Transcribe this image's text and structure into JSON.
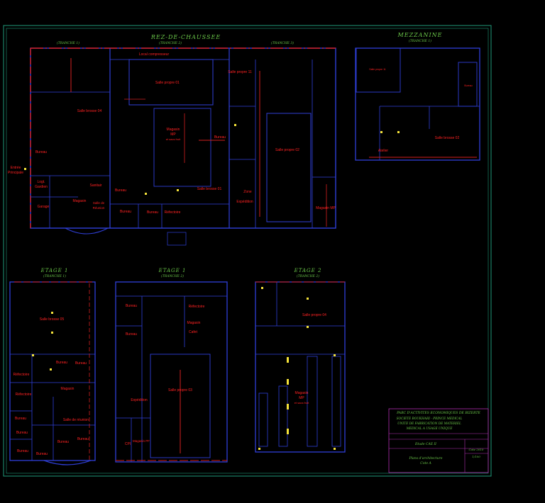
{
  "sections": {
    "rdc": {
      "title": "REZ-DE-CHAUSSEE",
      "tranche1": "(TRANCHE 1)",
      "tranche2": "(TRANCHE 2)",
      "tranche3": "(TRANCHE 3)"
    },
    "mezzanine": {
      "title": "MEZZANINE",
      "tranche": "(TRANCHE 1)"
    },
    "etage1a": {
      "title": "ETAGE 1",
      "tranche": "(TRANCHE 1)"
    },
    "etage1b": {
      "title": "ETAGE 1",
      "tranche": "(TRANCHE 2)"
    },
    "etage2": {
      "title": "ETAGE 2",
      "tranche": "(TRANCHE 2)"
    }
  },
  "rooms": {
    "local_compresseur": "Local compresseur",
    "salle_propre_01": "Salle propre 01",
    "salle_propre_11": "Salle propre 11",
    "salle_propre_02": "Salle propre 02",
    "salle_propre_03": "Salle propre 03",
    "salle_propre_04": "Salle propre 04",
    "salle_brosse_04": "Salle brosse 04",
    "salle_brosse_01": "Salle brosse 01",
    "salle_brosse_02": "Salle brosse 02",
    "salle_brosse_05": "Salle brosse 05",
    "magasin_mp_line1": "Magasin",
    "magasin_mp_line2": "MP",
    "magasin_mp_line3": "et sacs fruit",
    "magasin_mp_b_line1": "Magasin",
    "magasin_mp_b_line2": "MP",
    "magasin_mp_b_line3": "et sacs fruit",
    "bureau": "Bureau",
    "entree_line1": "Entrée",
    "entree_line2": "Principale",
    "logt_line1": "Logt.",
    "logt_line2": "Gardien",
    "garage": "Garage",
    "sanitair": "Sanitair",
    "magasin": "Magasin",
    "salle_reunion_line1": "Salle de",
    "salle_reunion_line2": "Réunion",
    "refectoire": "Réfectoire",
    "zone_expedition_line1": "Zone",
    "zone_expedition_line2": "Expédition",
    "magasin_mp": "Magasin MP",
    "atelier": "Atelier",
    "salle_reunion": "Salle de réunion",
    "cafet": "Cafet",
    "expedition": "Expédition",
    "cpi": "CPI",
    "magasin_pdt": "Magasin PF"
  },
  "title_block": {
    "line1": "PARC D'ACTIVITES ECONOMIQUES DE BIZERTE",
    "line2": "SOCIETE BOUKHARI - PRINCE MEDICAL",
    "line3": "UNITE DE FABRICATION DE MATERIEL",
    "line4": "MEDICAL A USAGE UNIQUE",
    "etude": "Etude CAE II",
    "plan_line1": "Plans d'architecture",
    "plan_line2": "Cote A",
    "cell_top": "Cote 2010",
    "cell_bottom": "1/100"
  },
  "colors": {
    "walls": "#2f3fd8",
    "labels": "#ff2222",
    "titles": "#6cc94a",
    "frame": "#1f9a7a"
  }
}
